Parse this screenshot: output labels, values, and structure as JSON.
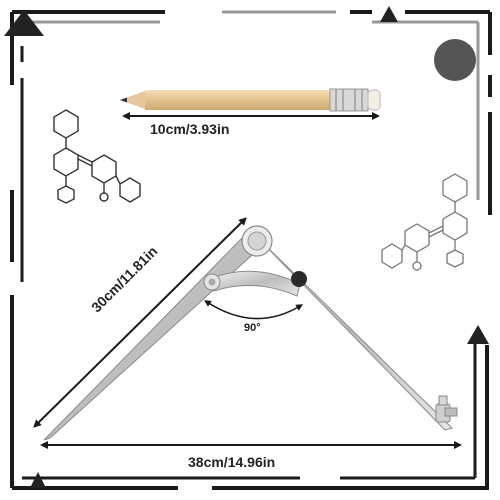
{
  "measurements": {
    "pencil_length": "10cm/3.93in",
    "leg_length": "30cm/11.81in",
    "opening_width": "38cm/14.96in",
    "angle": "90°"
  },
  "colors": {
    "frame": "#1a1a1a",
    "frame_gray": "#999999",
    "metal": "#cfcfcf",
    "metal_dark": "#8a8a8a",
    "pencil_wood": "#e9cfa3",
    "circle": "#555555",
    "molecule": "#333333"
  },
  "icons": [
    "triangle-icon",
    "circle-icon",
    "molecule-icon",
    "pencil-icon",
    "compass-icon",
    "arrow-icon"
  ]
}
